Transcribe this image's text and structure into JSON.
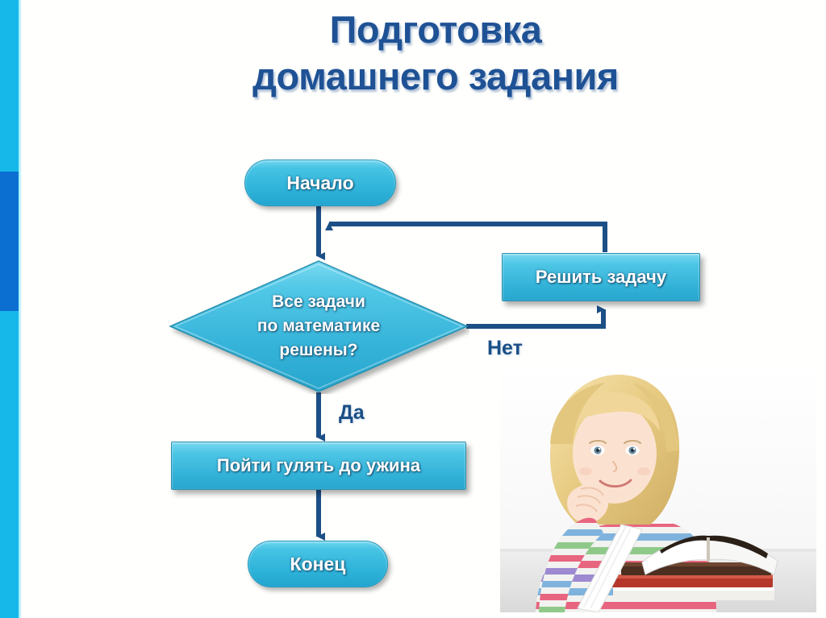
{
  "slide": {
    "title": "Подготовка\nдомашнего задания",
    "background_color": "#fffffd",
    "accent_stripe_color": "#16b8ea",
    "accent_stripe_segment_color": "#0a6fd0",
    "title_color": "#1f5295",
    "shape_fill_color": "#3fbde0",
    "connector_color": "#1c4f86"
  },
  "flowchart": {
    "type": "flowchart",
    "nodes": [
      {
        "id": "start",
        "shape": "terminator",
        "label": "Начало"
      },
      {
        "id": "decision",
        "shape": "decision",
        "label": "Все задачи\nпо математике\nрешены?"
      },
      {
        "id": "solve",
        "shape": "process",
        "label": "Решить задачу"
      },
      {
        "id": "walk",
        "shape": "process",
        "label": "Пойти гулять до ужина"
      },
      {
        "id": "end",
        "shape": "terminator",
        "label": "Конец"
      }
    ],
    "edges": [
      {
        "from": "start",
        "to": "decision",
        "label": ""
      },
      {
        "from": "decision",
        "to": "solve",
        "label": "Нет"
      },
      {
        "from": "solve",
        "to": "decision",
        "label": ""
      },
      {
        "from": "decision",
        "to": "walk",
        "label": "Да"
      },
      {
        "from": "walk",
        "to": "end",
        "label": ""
      }
    ],
    "branch_labels": {
      "no": "Нет",
      "yes": "Да"
    }
  },
  "photo": {
    "caption": "Smiling blonde girl resting chin on hand behind a stack of books with an open book"
  }
}
